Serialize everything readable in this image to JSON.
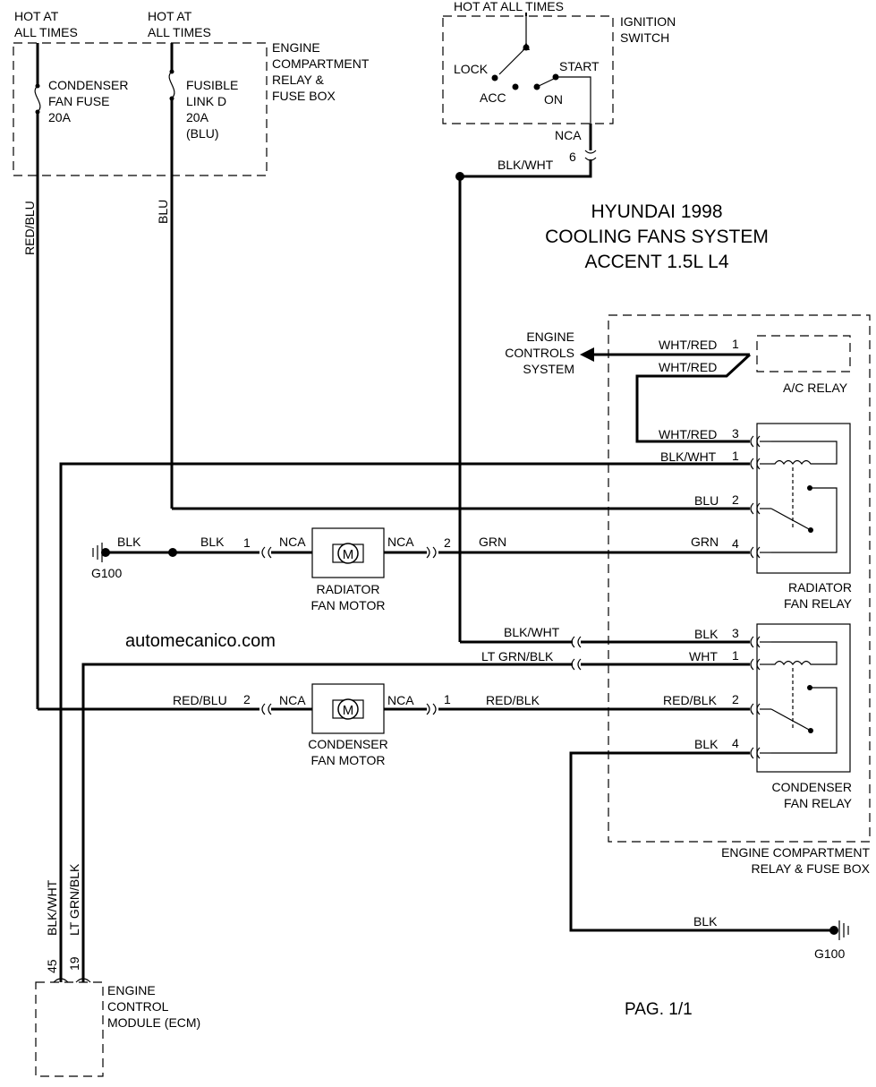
{
  "title": {
    "line1": "HYUNDAI 1998",
    "line2": "COOLING FANS SYSTEM",
    "line3": "ACCENT 1.5L L4"
  },
  "watermark": "automecanico.com",
  "page_number": "PAG. 1/1",
  "power": {
    "hot1_line1": "HOT AT",
    "hot1_line2": "ALL TIMES",
    "hot2_line1": "HOT AT",
    "hot2_line2": "ALL TIMES",
    "hot3": "HOT AT ALL TIMES"
  },
  "fuse_box_top": {
    "label": [
      "ENGINE",
      "COMPARTMENT",
      "RELAY &",
      "FUSE BOX"
    ],
    "condenser_fuse": [
      "CONDENSER",
      "FAN FUSE",
      "20A"
    ],
    "fusible_link": [
      "FUSIBLE",
      "LINK D",
      "20A",
      "(BLU)"
    ]
  },
  "ignition_switch": {
    "label": [
      "IGNITION",
      "SWITCH"
    ],
    "lock": "LOCK",
    "acc": "ACC",
    "on": "ON",
    "start": "START",
    "nca": "NCA",
    "pin": "6"
  },
  "ecs": {
    "label": [
      "ENGINE",
      "CONTROLS",
      "SYSTEM"
    ]
  },
  "relay_box": {
    "label": [
      "ENGINE COMPARTMENT",
      "RELAY & FUSE BOX"
    ]
  },
  "ac_relay": {
    "label": "A/C RELAY"
  },
  "radiator_relay": {
    "label": [
      "RADIATOR",
      "FAN RELAY"
    ]
  },
  "condenser_relay": {
    "label": [
      "CONDENSER",
      "FAN RELAY"
    ]
  },
  "radiator_motor": {
    "label": [
      "RADIATOR",
      "FAN MOTOR"
    ],
    "symbol": "M"
  },
  "condenser_motor": {
    "label": [
      "CONDENSER",
      "FAN MOTOR"
    ],
    "symbol": "M"
  },
  "ecm": {
    "label": [
      "ENGINE",
      "CONTROL",
      "MODULE (ECM)"
    ],
    "pin_a": "45",
    "pin_b": "19"
  },
  "grounds": {
    "g1": "G100",
    "g2": "G100"
  },
  "wires": {
    "red_blu_v": "RED/BLU",
    "blu_v": "BLU",
    "ign_blk_wht": "BLK/WHT",
    "ecs_wht_red": "WHT/RED",
    "ecs_pin": "1",
    "ac_wht_red": "WHT/RED",
    "rr_pin3_wire": "WHT/RED",
    "rr_pin3": "3",
    "rr_pin1_wire": "BLK/WHT",
    "rr_pin1": "1",
    "rr_pin2_wire": "BLU",
    "rr_pin2": "2",
    "rr_pin4_wire": "GRN",
    "rr_pin4": "4",
    "g_blk1": "BLK",
    "g_blk2": "BLK",
    "rm_pin1": "1",
    "rm_nca_left": "NCA",
    "rm_nca_right": "NCA",
    "rm_pin2": "2",
    "rm_grn": "GRN",
    "cr_left_blk_wht": "BLK/WHT",
    "cr_pin3_wire": "BLK",
    "cr_pin3": "3",
    "cr_left_lt_grn": "LT GRN/BLK",
    "cr_pin1_wire": "WHT",
    "cr_pin1": "1",
    "cm_red_blu": "RED/BLU",
    "cm_pin2": "2",
    "cm_nca_left": "NCA",
    "cm_nca_right": "NCA",
    "cm_pin1": "1",
    "cm_red_blk": "RED/BLK",
    "cr_pin2_wire": "RED/BLK",
    "cr_pin2": "2",
    "cr_pin4_wire": "BLK",
    "cr_pin4": "4",
    "gnd_blk_bottom": "BLK",
    "ecm_blk_wht": "BLK/WHT",
    "ecm_lt_grn": "LT GRN/BLK"
  }
}
